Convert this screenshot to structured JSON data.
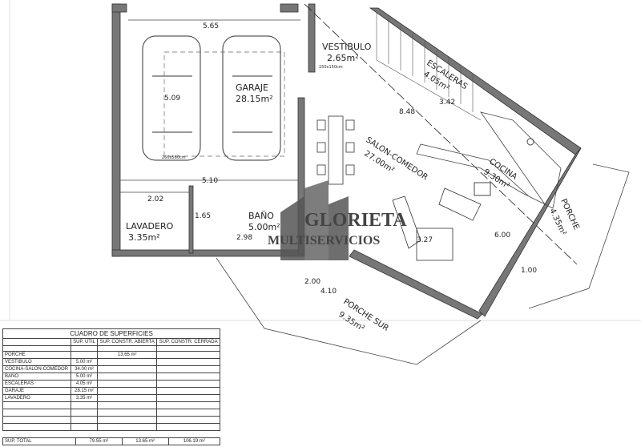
{
  "plan": {
    "rooms": [
      {
        "name": "VESTIBULO",
        "area": "2.65m²"
      },
      {
        "name": "GARAJE",
        "area": "28.15m²"
      },
      {
        "name": "ESCALERAS",
        "area": "4.05m²"
      },
      {
        "name": "SALON-COMEDOR",
        "area": "27.00m²"
      },
      {
        "name": "COCINA",
        "area": "9.30m²"
      },
      {
        "name": "BAÑO",
        "area": "5.00m²"
      },
      {
        "name": "LAVADERO",
        "area": "3.35m²"
      },
      {
        "name": "PORCHE",
        "area": "4.35m²"
      },
      {
        "name": "PORCHE SUR",
        "area": "9.35m²"
      }
    ],
    "dimensions": [
      "5.65",
      "5.09",
      "5.10",
      "3.42",
      "8.48",
      "2.02",
      "1.65",
      "2.98",
      "3.27",
      "6.00",
      "1.00",
      "2.00",
      "4.10"
    ],
    "small_notes": [
      "150x150cm",
      "260x560cm"
    ]
  },
  "watermark": {
    "line1": "GLORIETA",
    "line2": "MULTISERVICIOS"
  },
  "table": {
    "title": "CUADRO DE SUPERFICIES",
    "headers": [
      "",
      "SUP. ÚTIL",
      "SUP. CONSTR. ABIERTA",
      "SUP. CONSTR. CERRADA"
    ],
    "rows": [
      [
        "PORCHE",
        "",
        "13.65 m²",
        ""
      ],
      [
        "VESTIBULO",
        "5.00 m²",
        "",
        ""
      ],
      [
        "COCINA-SALON-COMEDOR",
        "34.00 m²",
        "",
        ""
      ],
      [
        "BAÑO",
        "5.00 m²",
        "",
        ""
      ],
      [
        "ESCALERAS",
        "4.05 m²",
        "",
        ""
      ],
      [
        "GARAJE",
        "28.15 m²",
        "",
        ""
      ],
      [
        "LAVADERO",
        "3.35 m²",
        "",
        ""
      ]
    ],
    "total": [
      "SUP. TOTAL",
      "79.55 m²",
      "13.65 m²",
      "106.19 m²"
    ]
  }
}
